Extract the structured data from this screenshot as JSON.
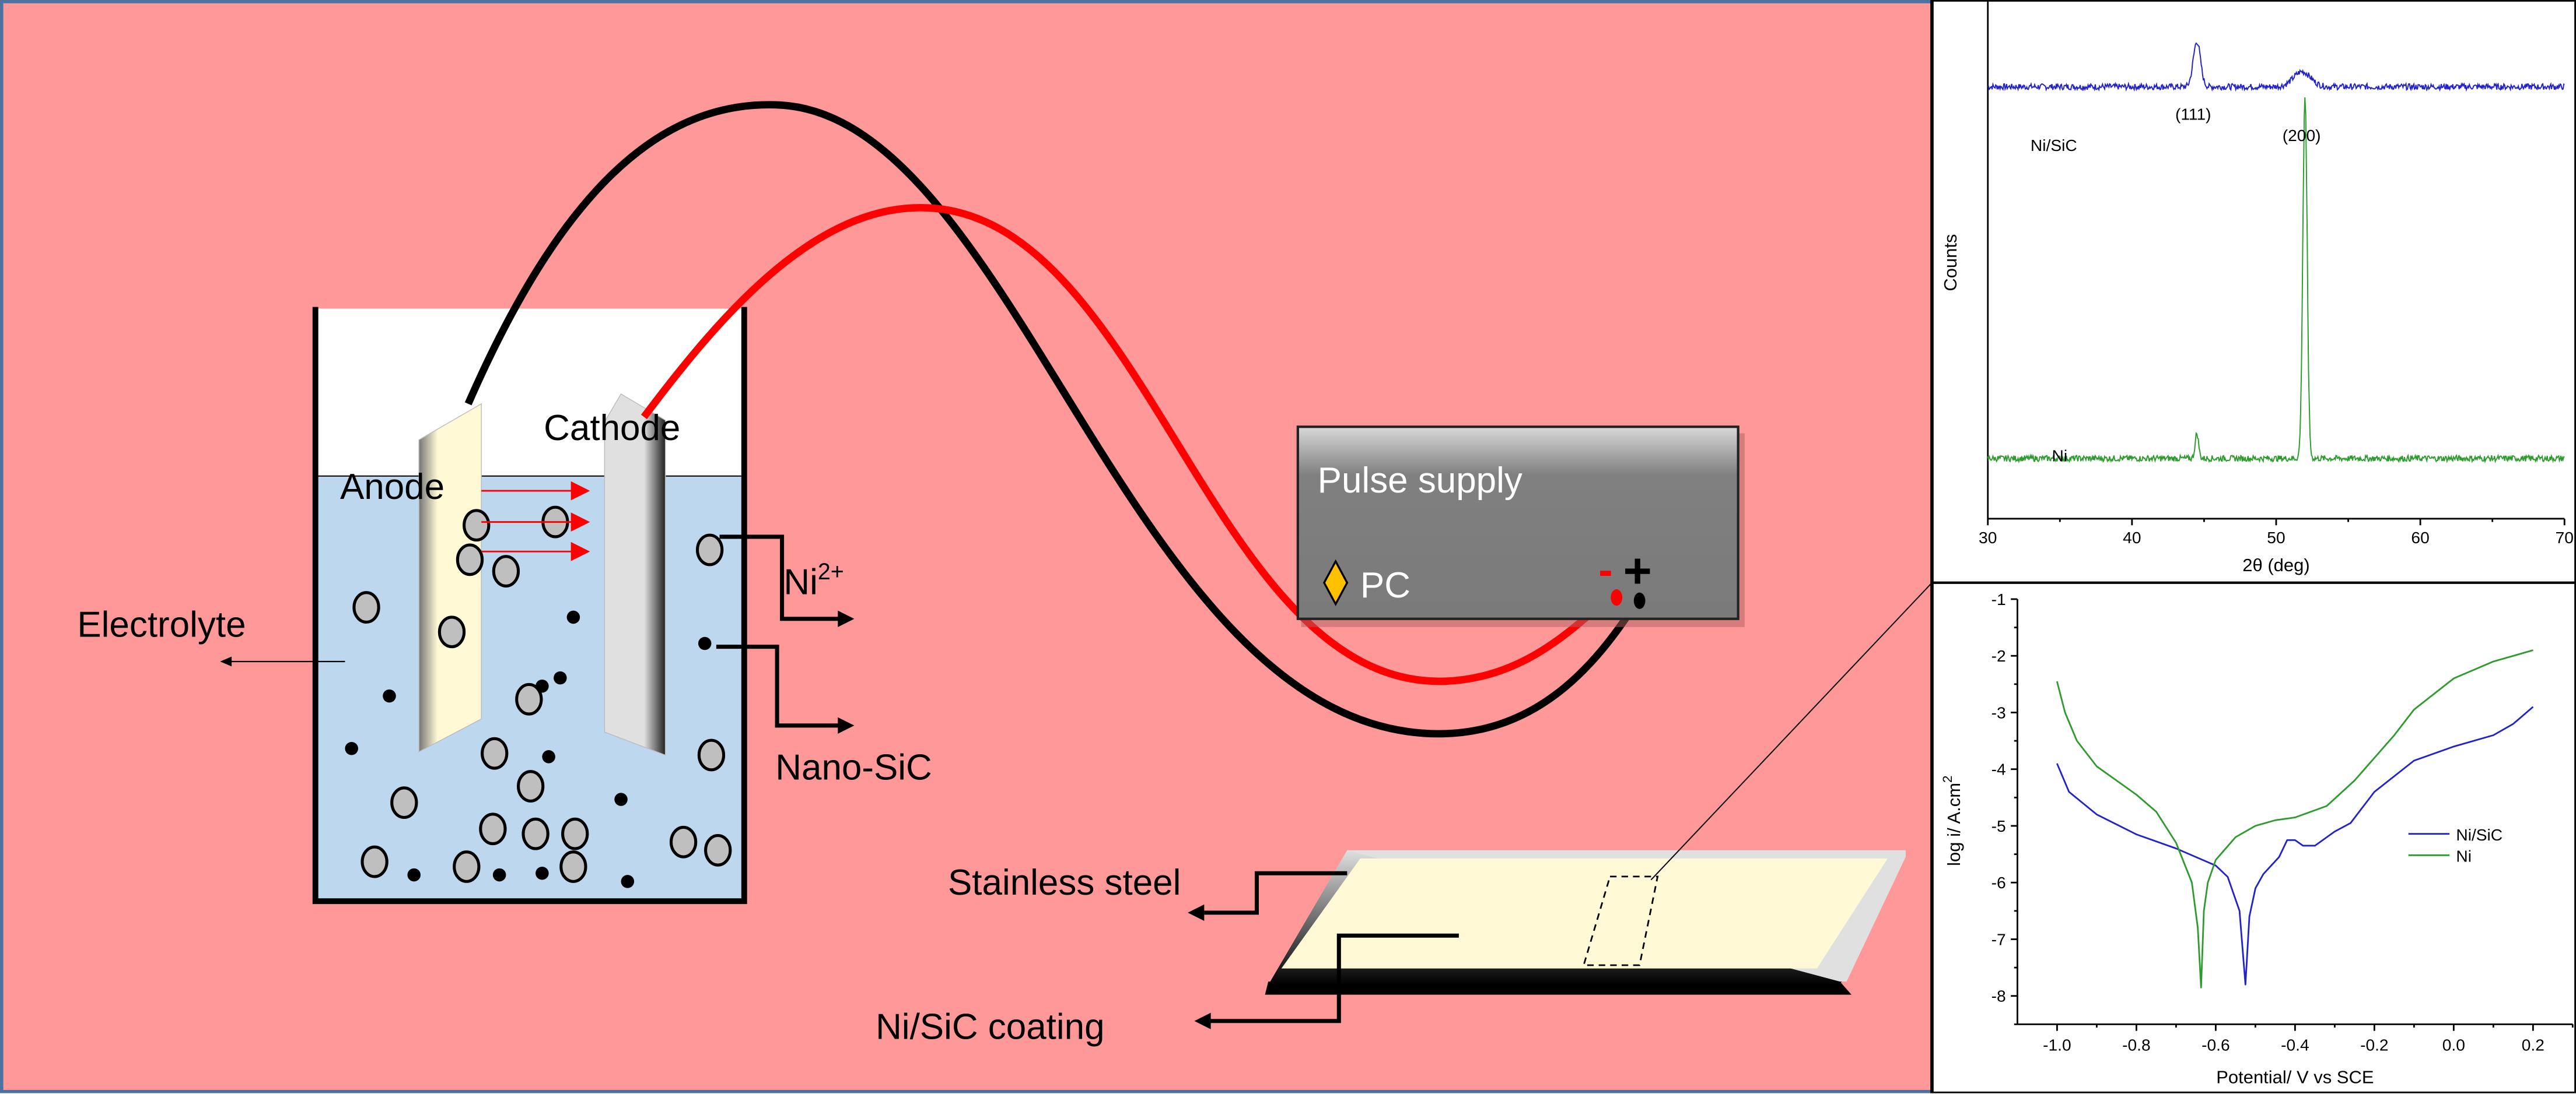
{
  "diagram": {
    "labels": {
      "anode": "Anode",
      "cathode": "Cathode",
      "electrolyte": "Electrolyte",
      "ni_ion": "Ni",
      "ni_ion_charge": "2+",
      "nano_sic": "Nano-SiC",
      "pulse_supply": "Pulse supply",
      "pc": "PC",
      "minus": "-",
      "plus": "+",
      "stainless_steel": "Stainless steel",
      "coating": "Ni/SiC coating"
    },
    "colors": {
      "background": "#FF9999",
      "electrolyte": "#BDD7EE",
      "anode": "#FFF9D6",
      "cathode": "#E0E0E0",
      "wire_positive": "#000000",
      "wire_negative": "#FF0000",
      "supply_box": "#808080",
      "pc_diamond": "#FFC000",
      "frame": "#4A72A0"
    }
  },
  "chart_data": [
    {
      "type": "line",
      "title": "",
      "xlabel": "2θ (deg)",
      "ylabel": "Counts",
      "xlim": [
        30,
        70
      ],
      "xticks": [
        "30",
        "40",
        "50",
        "60",
        "70"
      ],
      "yticks_shown": false,
      "annotations": [
        "(111)",
        "(200)"
      ],
      "series": [
        {
          "name": "Ni/SiC",
          "color": "#2222CC",
          "baseline": 0.86,
          "peaks": [
            {
              "x": 44.5,
              "h": 0.09,
              "w": 0.25
            },
            {
              "x": 51.8,
              "h": 0.03,
              "w": 0.6
            }
          ]
        },
        {
          "name": "Ni",
          "color": "#2E9B2E",
          "baseline": 0.12,
          "peaks": [
            {
              "x": 44.5,
              "h": 0.05,
              "w": 0.12
            },
            {
              "x": 52.0,
              "h": 0.72,
              "w": 0.15
            }
          ]
        }
      ]
    },
    {
      "type": "line",
      "title": "",
      "xlabel": "Potential/ V vs SCE",
      "ylabel": "log i/ A.cm",
      "ylabel_sup": "2",
      "xlim": [
        -1.1,
        0.3
      ],
      "ylim": [
        -8.5,
        -1
      ],
      "xticks": [
        "-1.0",
        "-0.8",
        "-0.6",
        "-0.4",
        "-0.2",
        "0.0",
        "0.2"
      ],
      "yticks": [
        "-1",
        "-2",
        "-3",
        "-4",
        "-5",
        "-6",
        "-7",
        "-8"
      ],
      "legend": "center-right",
      "series": [
        {
          "name": "Ni/SiC",
          "color": "#2222CC",
          "x": [
            -1.0,
            -0.97,
            -0.9,
            -0.8,
            -0.7,
            -0.6,
            -0.57,
            -0.54,
            -0.525,
            -0.515,
            -0.5,
            -0.48,
            -0.44,
            -0.42,
            -0.4,
            -0.38,
            -0.35,
            -0.3,
            -0.26,
            -0.2,
            -0.1,
            0.0,
            0.1,
            0.15,
            0.2
          ],
          "y": [
            -3.9,
            -4.4,
            -4.8,
            -5.15,
            -5.4,
            -5.7,
            -5.9,
            -6.5,
            -7.8,
            -6.6,
            -6.1,
            -5.85,
            -5.55,
            -5.25,
            -5.25,
            -5.35,
            -5.35,
            -5.1,
            -4.95,
            -4.4,
            -3.85,
            -3.6,
            -3.4,
            -3.2,
            -2.9
          ]
        },
        {
          "name": "Ni",
          "color": "#2E9B2E",
          "x": [
            -1.0,
            -0.98,
            -0.95,
            -0.9,
            -0.8,
            -0.75,
            -0.7,
            -0.66,
            -0.645,
            -0.637,
            -0.63,
            -0.62,
            -0.6,
            -0.55,
            -0.5,
            -0.45,
            -0.4,
            -0.32,
            -0.25,
            -0.15,
            -0.1,
            0.0,
            0.1,
            0.2
          ],
          "y": [
            -2.45,
            -3.0,
            -3.5,
            -3.95,
            -4.45,
            -4.75,
            -5.3,
            -6.0,
            -6.8,
            -7.85,
            -6.5,
            -6.0,
            -5.6,
            -5.2,
            -5.0,
            -4.9,
            -4.85,
            -4.65,
            -4.2,
            -3.4,
            -2.95,
            -2.4,
            -2.1,
            -1.9
          ]
        }
      ]
    }
  ]
}
